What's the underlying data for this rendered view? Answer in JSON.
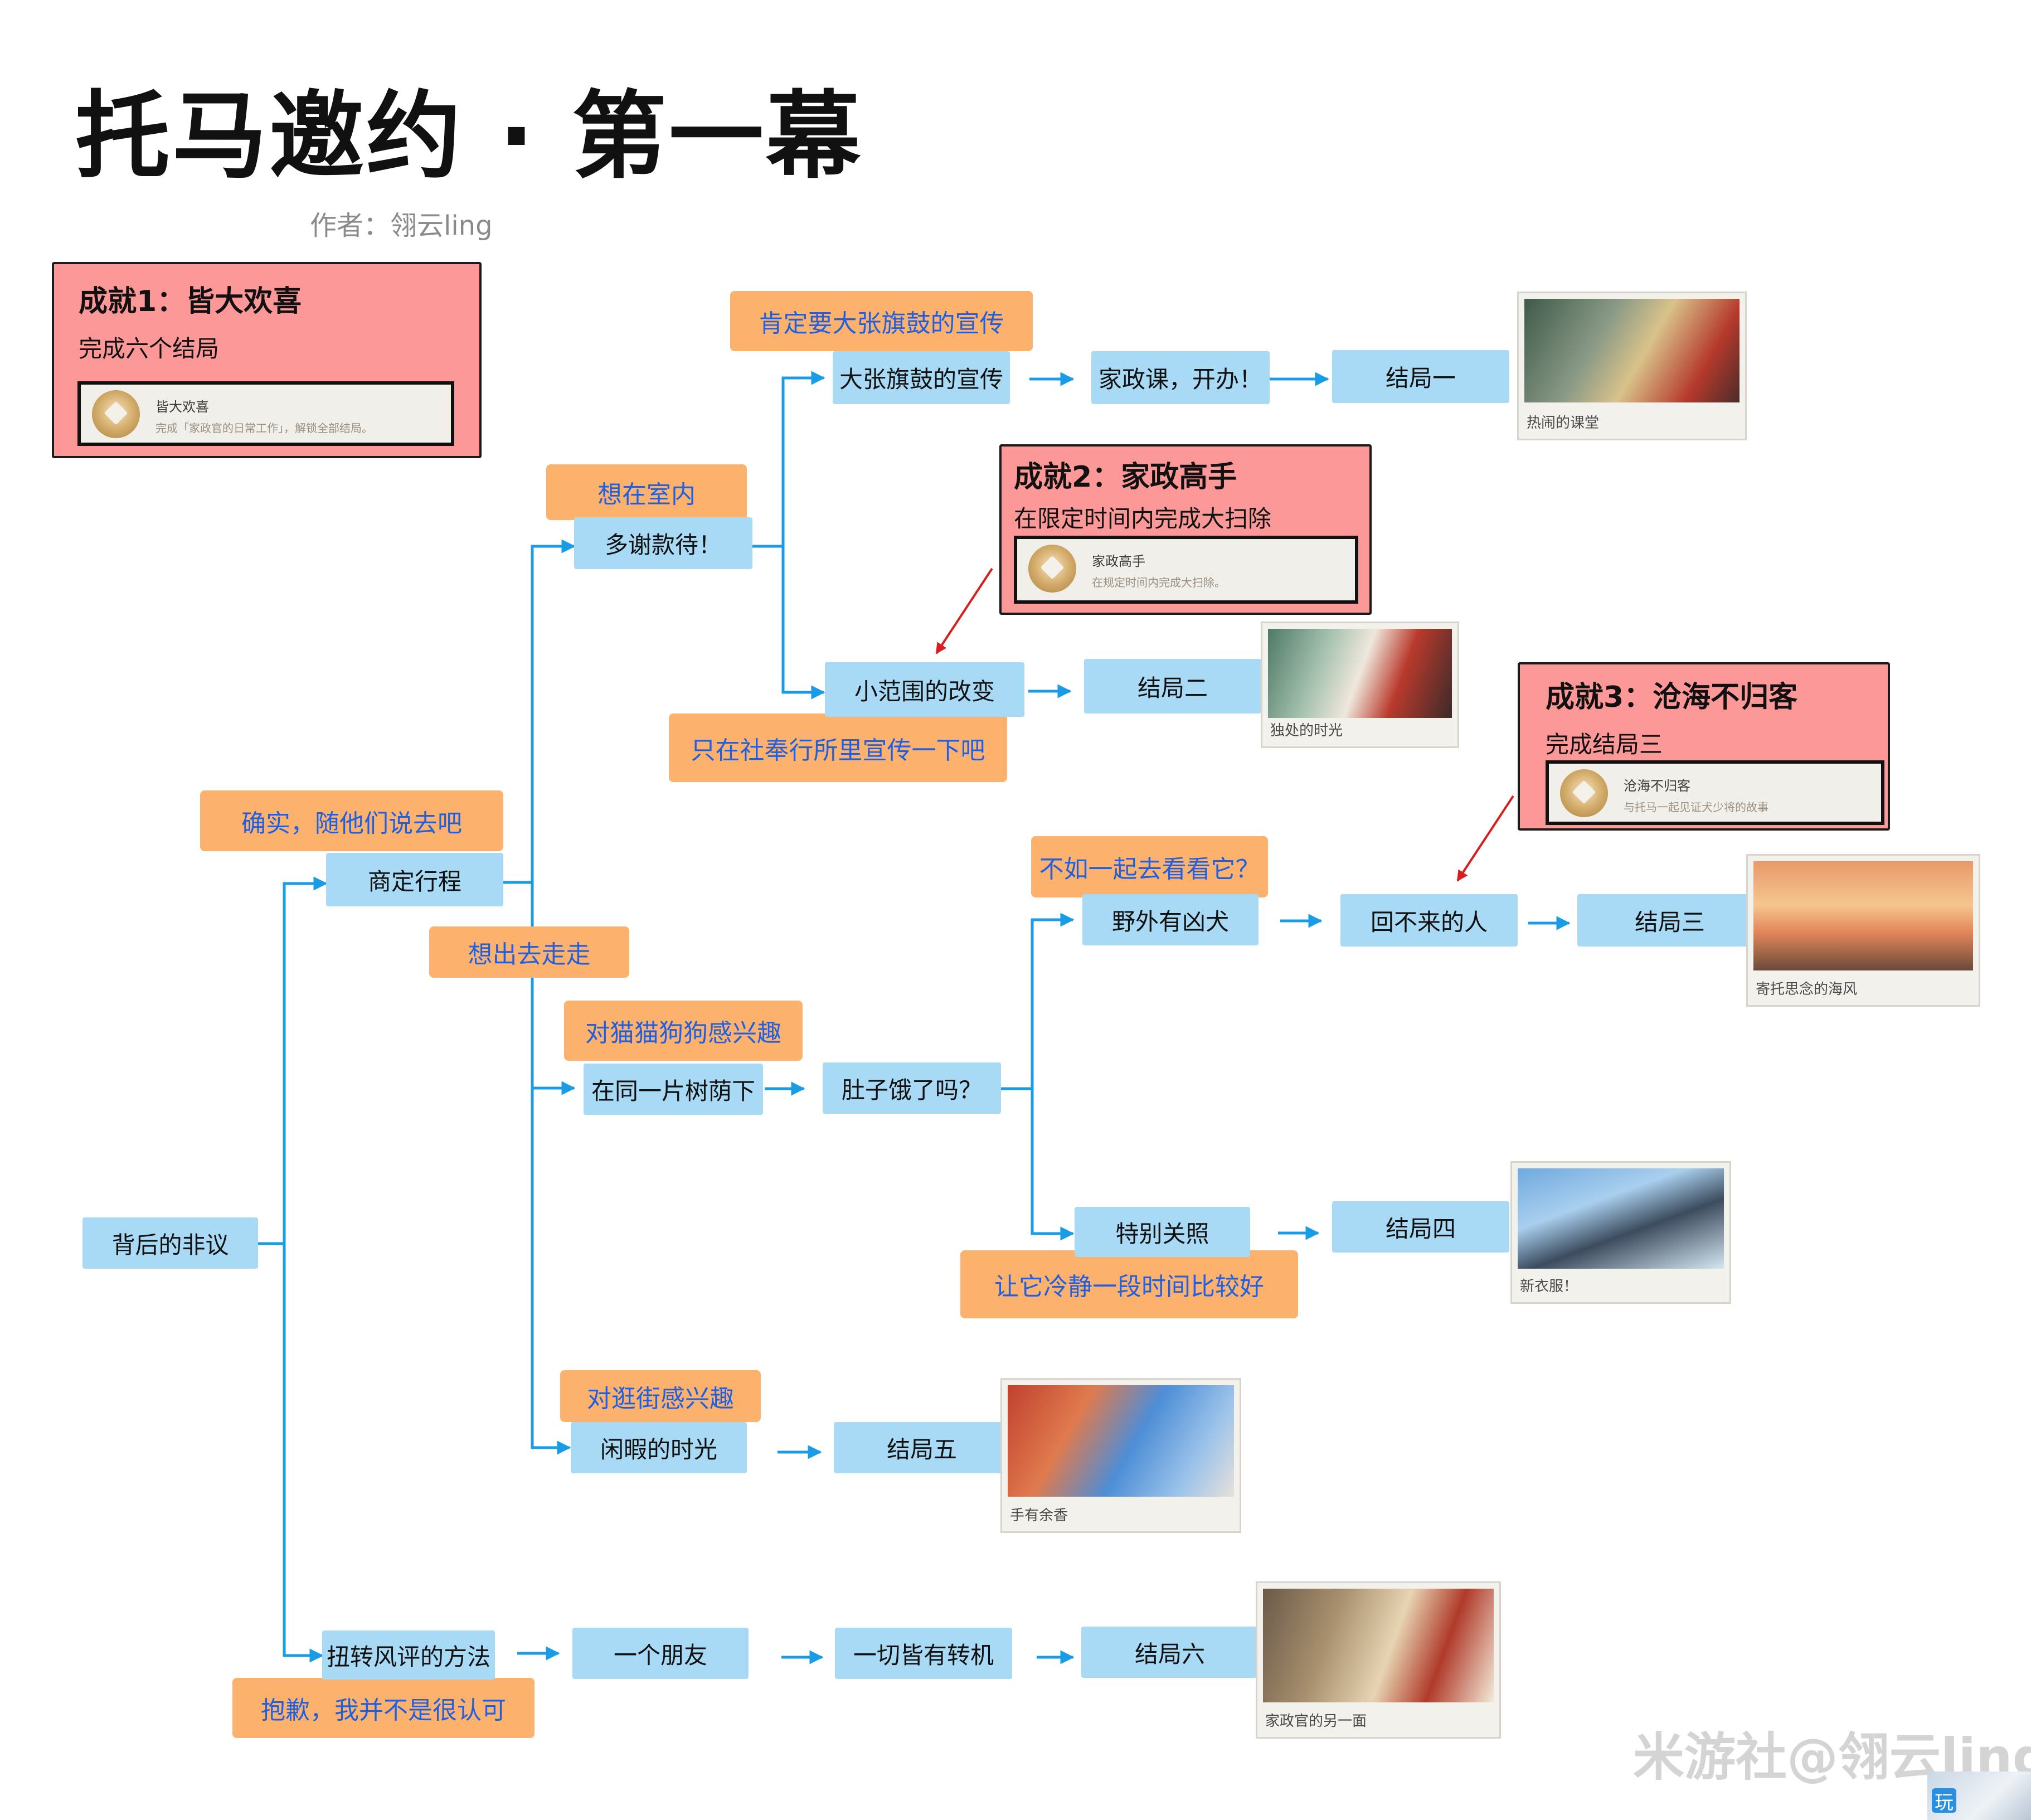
{
  "header": {
    "title": "托马邀约 · 第一幕",
    "author": "作者：翎云ling"
  },
  "achievements": {
    "a1": {
      "title": "成就1：皆大欢喜",
      "desc": "完成六个结局",
      "badge_name": "皆大欢喜",
      "badge_desc": "完成「家政官的日常工作」，解锁全部结局。"
    },
    "a2": {
      "title": "成就2：家政高手",
      "desc": "在限定时间内完成大扫除",
      "badge_name": "家政高手",
      "badge_desc": "在规定时间内完成大扫除。"
    },
    "a3": {
      "title": "成就3：沧海不归客",
      "desc": "完成结局三",
      "badge_name": "沧海不归客",
      "badge_desc": "与托马一起见证犬少将的故事"
    }
  },
  "nodes": {
    "beihou": "背后的非议",
    "shangding": "商定行程",
    "duoxie": "多谢款待！",
    "dazhang": "大张旗鼓的宣传",
    "jiazhengke": "家政课，开办！",
    "jieju1": "结局一",
    "xiaofanwei": "小范围的改变",
    "jieju2": "结局二",
    "tongyipian": "在同一片树荫下",
    "duzi": "肚子饿了吗？",
    "yewai": "野外有凶犬",
    "huibulai": "回不来的人",
    "jieju3": "结局三",
    "tebie": "特别关照",
    "jieju4": "结局四",
    "xianxia": "闲暇的时光",
    "jieju5": "结局五",
    "niuzhuan": "扭转风评的方法",
    "yigepengyou": "一个朋友",
    "yiqie": "一切皆有转机",
    "jieju6": "结局六"
  },
  "choices": {
    "queshi": "确实，随他们说去吧",
    "xiangzaishinei": "想在室内",
    "kending": "肯定要大张旗鼓的宣传",
    "zhizai": "只在社奉行所里宣传一下吧",
    "xiangchuqu": "想出去走走",
    "maomao": "对猫猫狗狗感兴趣",
    "buru": "不如一起去看看它？",
    "rangta": "让它冷静一段时间比较好",
    "guangjie": "对逛街感兴趣",
    "baoqian": "抱歉，我并不是很认可"
  },
  "cards": {
    "c1": "热闹的课堂",
    "c2": "独处的时光",
    "c3": "寄托思念的海风",
    "c4": "新衣服！",
    "c5": "手有余香",
    "c6": "家政官的另一面"
  },
  "watermark": "米游社@翎云ling",
  "corner_badge": "玩",
  "colors": {
    "node": "#a8daf6",
    "choice": "#fcb26c",
    "choice_text": "#1f5fe0",
    "achievement": "#fd9898",
    "connector": "#1a9be6",
    "pointer": "#d81e1e"
  }
}
